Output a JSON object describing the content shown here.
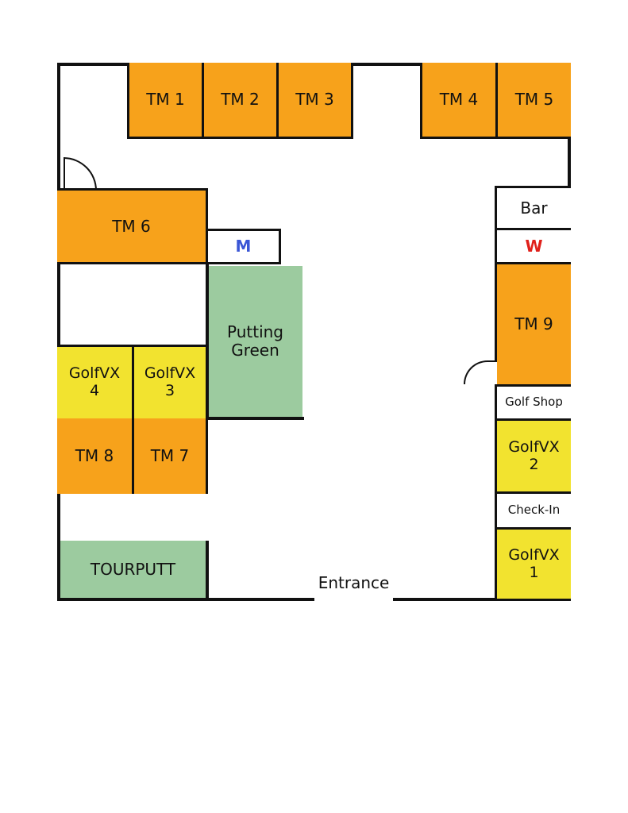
{
  "rooms": {
    "tm1": "TM 1",
    "tm2": "TM 2",
    "tm3": "TM 3",
    "tm4": "TM 4",
    "tm5": "TM 5",
    "tm6": "TM 6",
    "tm7": "TM 7",
    "tm8": "TM 8",
    "tm9": "TM 9",
    "golfvx1": "GolfVX\n1",
    "golfvx2": "GolfVX\n2",
    "golfvx3": "GolfVX\n3",
    "golfvx4": "GolfVX\n4",
    "putting_green": "Putting\nGreen",
    "tourputt": "TOURPUTT",
    "bar": "Bar",
    "golf_shop": "Golf Shop",
    "check_in": "Check-In",
    "mens_restroom": "M",
    "womens_restroom": "W"
  },
  "entrance": "Entrance",
  "colors": {
    "simulator_orange": "#f7a21b",
    "golfvx_yellow": "#f2e32f",
    "putting_green": "#9ccb9f",
    "mens_blue": "#3a56d6",
    "womens_red": "#e0201b",
    "wall": "#111111"
  }
}
